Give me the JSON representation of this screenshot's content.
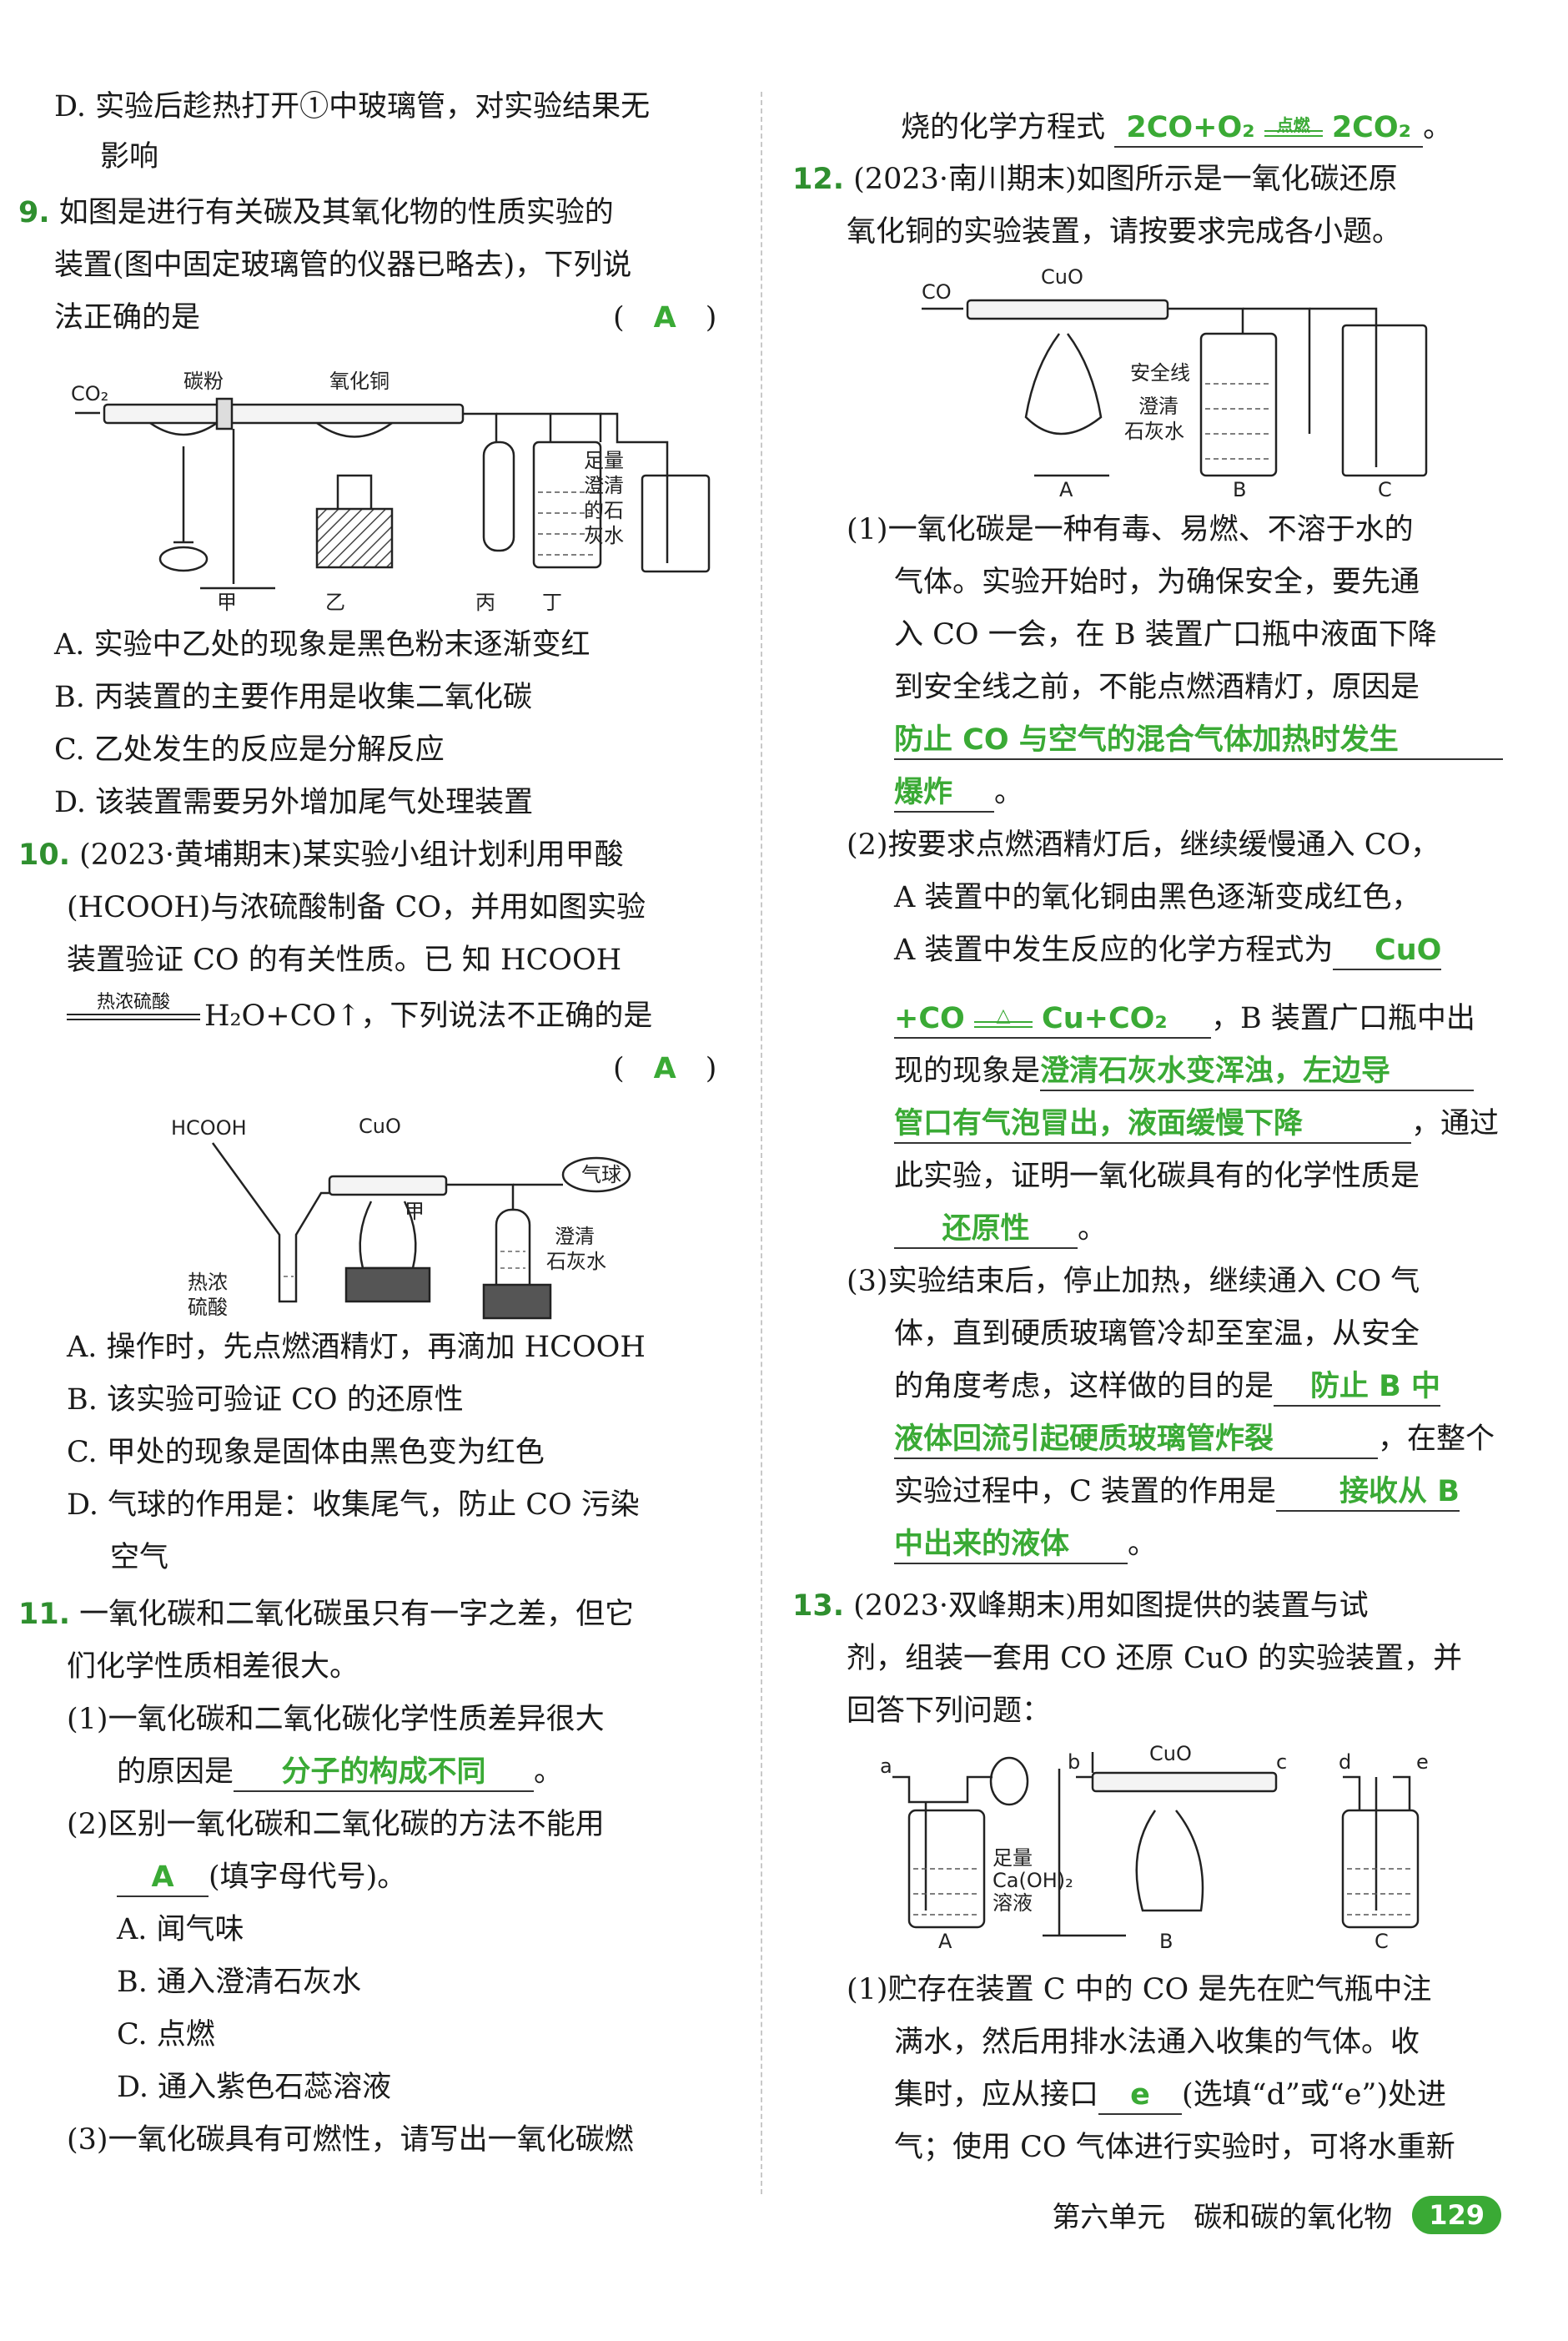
{
  "footer": {
    "unit": "第六单元　碳和碳的氧化物",
    "page": "129"
  },
  "q8d": {
    "line1": "D. 实验后趁热打开①中玻璃管，对实验结果无",
    "line2": "影响"
  },
  "q9": {
    "num": "9.",
    "line1": "如图是进行有关碳及其氧化物的性质实验的",
    "line2": "装置(图中固定玻璃管的仪器已略去)，下列说",
    "line3": "法正确的是",
    "answer": "A",
    "fig": {
      "co2": "CO₂",
      "carbon": "碳粉",
      "cuo": "氧化铜",
      "lime1": "足量",
      "lime2": "澄清",
      "lime3": "的石",
      "lime4": "灰水",
      "jia": "甲",
      "yi": "乙",
      "bing": "丙",
      "ding": "丁"
    },
    "options": [
      "A. 实验中乙处的现象是黑色粉末逐渐变红",
      "B. 丙装置的主要作用是收集二氧化碳",
      "C. 乙处发生的反应是分解反应",
      "D. 该装置需要另外增加尾气处理装置"
    ]
  },
  "q10": {
    "num": "10.",
    "line1": "(2023·黄埔期末)某实验小组计划利用甲酸",
    "line2": "(HCOOH)与浓硫酸制备 CO，并用如图实验",
    "line3": "装置验证 CO 的有关性质。已 知 HCOOH",
    "condition": "热浓硫酸",
    "eq_rest": "H₂O+CO↑，下列说法不正确的是",
    "answer": "A",
    "fig": {
      "hcooh": "HCOOH",
      "cuo": "CuO",
      "balloon": "气球",
      "jia": "甲",
      "lime1": "澄清",
      "lime2": "石灰水",
      "acid1": "热浓",
      "acid2": "硫酸"
    },
    "options": [
      "A. 操作时，先点燃酒精灯，再滴加 HCOOH",
      "B. 该实验可验证 CO 的还原性",
      "C. 甲处的现象是固体由黑色变为红色",
      "D. 气球的作用是：收集尾气，防止 CO 污染",
      "空气"
    ]
  },
  "q11": {
    "num": "11.",
    "line1": "一氧化碳和二氧化碳虽只有一字之差，但它",
    "line2": "们化学性质相差很大。",
    "p1a": "(1)一氧化碳和二氧化碳化学性质差异很大",
    "p1b": "的原因是",
    "ans1": "分子的构成不同",
    "p2a": "(2)区别一氧化碳和二氧化碳的方法不能用",
    "ans2": "A",
    "p2b": "(填字母代号)。",
    "options": [
      "A. 闻气味",
      "B. 通入澄清石灰水",
      "C. 点燃",
      "D. 通入紫色石蕊溶液"
    ],
    "p3": "(3)一氧化碳具有可燃性，请写出一氧化碳燃"
  },
  "q11cont": {
    "text": "烧的化学方程式",
    "eq_left": "2CO+O₂",
    "eq_cond": "点燃",
    "eq_right": "2CO₂"
  },
  "q12": {
    "num": "12.",
    "line1": "(2023·南川期末)如图所示是一氧化碳还原",
    "line2": "氧化铜的实验装置，请按要求完成各小题。",
    "fig": {
      "co": "CO",
      "cuo": "CuO",
      "safe": "安全线",
      "lime1": "澄清",
      "lime2": "石灰水",
      "a": "A",
      "b": "B",
      "c": "C"
    },
    "p1": [
      "(1)一氧化碳是一种有毒、易燃、不溶于水的",
      "气体。实验开始时，为确保安全，要先通",
      "入 CO 一会，在 B 装置广口瓶中液面下降",
      "到安全线之前，不能点燃酒精灯，原因是"
    ],
    "ans1a": "防止 CO 与空气的混合气体加热时发生",
    "ans1b": "爆炸",
    "p2": [
      "(2)按要求点燃酒精灯后，继续缓慢通入 CO，",
      "A 装置中的氧化铜由黑色逐渐变成红色，",
      "A 装置中发生反应的化学方程式为"
    ],
    "eq1": "CuO",
    "eq2_left": "+CO",
    "eq2_cond": "△",
    "eq2_right": "Cu+CO₂",
    "p2b": "，B 装置广口瓶中出",
    "p2c": "现的现象是",
    "ans2a": "澄清石灰水变浑浊，左边导",
    "ans2b": "管口有气泡冒出，液面缓慢下降",
    "p2d": "，通过",
    "p2e": "此实验，证明一氧化碳具有的化学性质是",
    "ans2c": "还原性",
    "p3": [
      "(3)实验结束后，停止加热，继续通入 CO 气",
      "体，直到硬质玻璃管冷却至室温，从安全",
      "的角度考虑，这样做的目的是"
    ],
    "ans3a": "防止 B 中",
    "ans3b": "液体回流引起硬质玻璃管炸裂",
    "p3b": "，在整个",
    "p3c": "实验过程中，C 装置的作用是",
    "ans3c": "接收从 B",
    "ans3d": "中出来的液体"
  },
  "q13": {
    "num": "13.",
    "line1": "(2023·双峰期末)用如图提供的装置与试",
    "line2": "剂，组装一套用 CO 还原 CuO 的实验装置，并",
    "line3": "回答下列问题：",
    "fig": {
      "a": "a",
      "b": "b",
      "c": "c",
      "d": "d",
      "e": "e",
      "cuo": "CuO",
      "sol1": "足量",
      "sol2": "Ca(OH)₂",
      "sol3": "溶液",
      "la": "A",
      "lb": "B",
      "lc": "C"
    },
    "p1a": "(1)贮存在装置 C 中的 CO 是先在贮气瓶中注",
    "p1b": "满水，然后用排水法通入收集的气体。收",
    "p1c": "集时，应从接口",
    "ans1": "e",
    "p1d": "(选填“d”或“e”)处进",
    "p1e": "气；使用 CO 气体进行实验时，可将水重新"
  }
}
